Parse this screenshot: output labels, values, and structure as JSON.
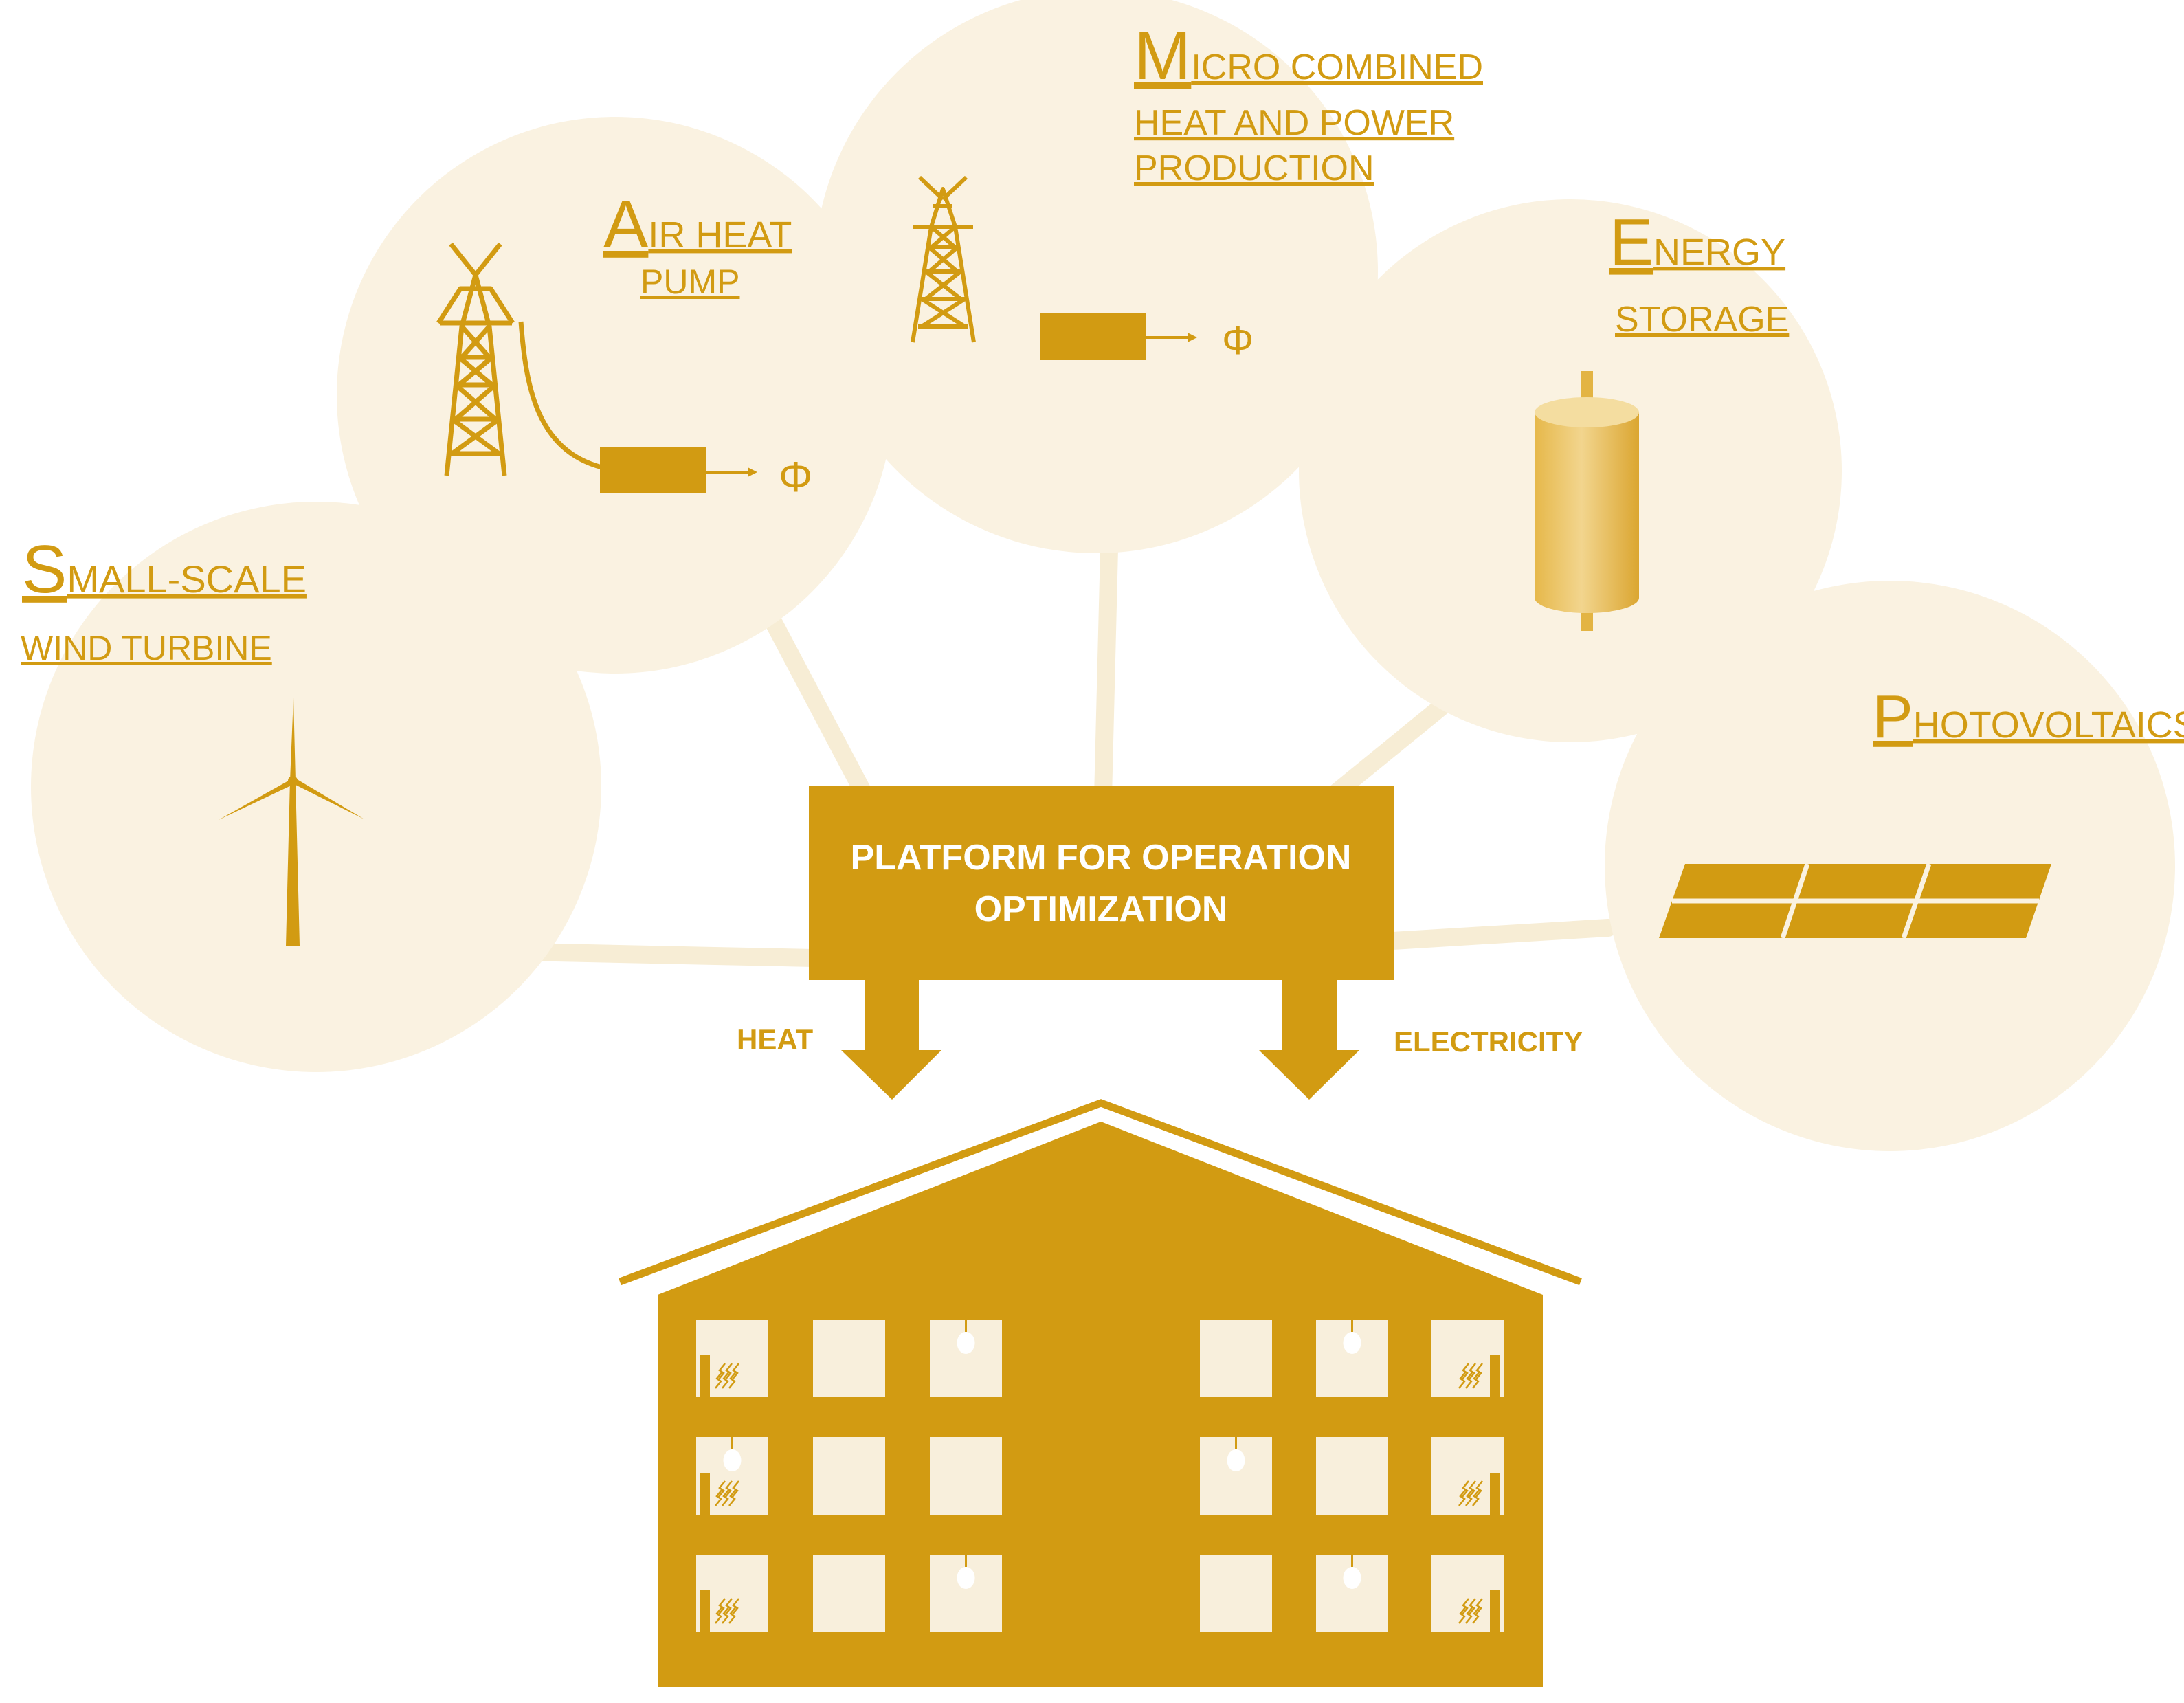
{
  "colors": {
    "accent": "#d29b12",
    "bubble": "#faf2e1",
    "connector": "#f7edd5",
    "window": "#f8efdc",
    "white": "#ffffff"
  },
  "sources": {
    "wind": {
      "cap": "S",
      "rest": "MALL-SCALE",
      "line2": "WIND TURBINE"
    },
    "heat_pump": {
      "cap": "A",
      "rest": "IR HEAT",
      "line2": "PUMP"
    },
    "chp": {
      "cap": "M",
      "rest": "ICRO COMBINED",
      "line2": "HEAT AND POWER",
      "line3": "PRODUCTION"
    },
    "storage": {
      "cap": "E",
      "rest": "NERGY",
      "line2": "STORAGE"
    },
    "pv": {
      "cap": "P",
      "rest": "HOTOVOLTAICS"
    }
  },
  "symbols": {
    "phi": "Φ"
  },
  "platform": {
    "line1": "PLATFORM FOR OPERATION",
    "line2": "OPTIMIZATION"
  },
  "outputs": {
    "heat": "HEAT",
    "electricity": "ELECTRICITY"
  }
}
